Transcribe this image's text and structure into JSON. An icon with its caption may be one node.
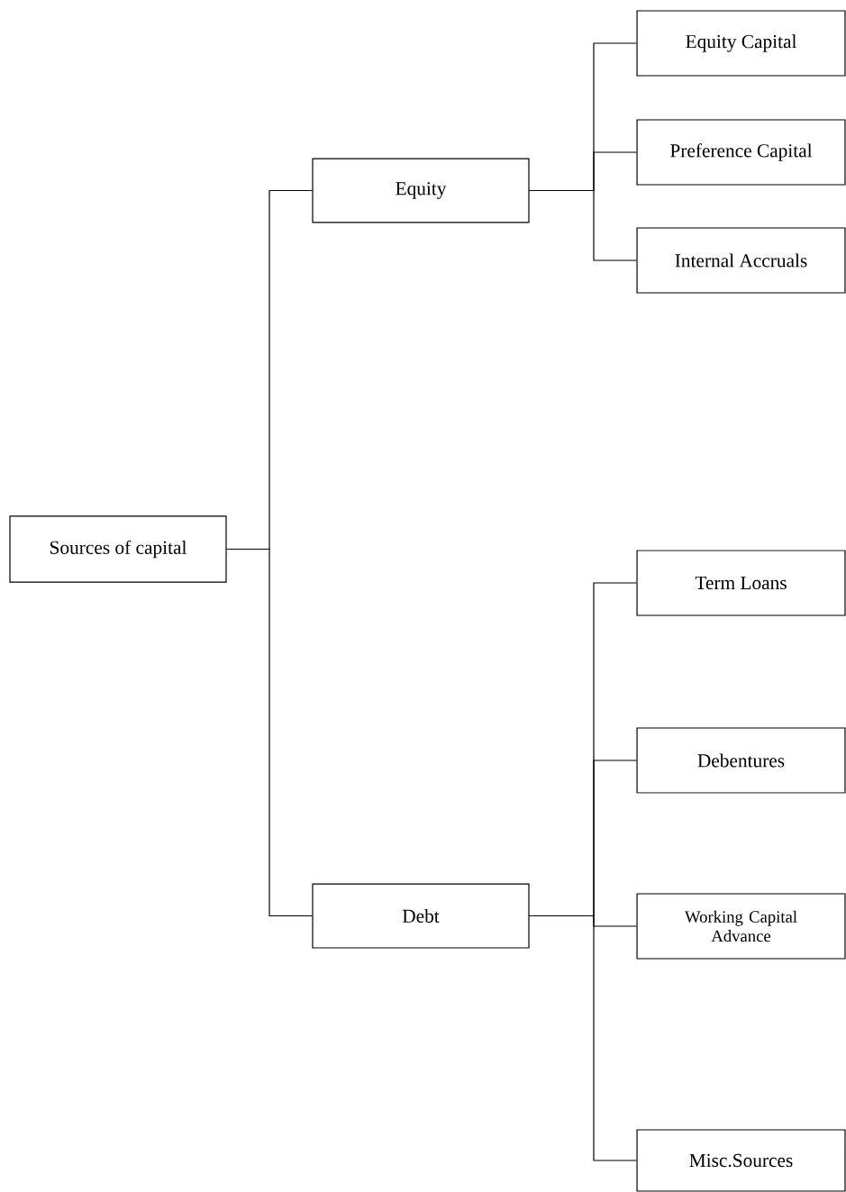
{
  "diagram": {
    "nodes": [
      {
        "text": [
          "Sources of capital"
        ]
      },
      {
        "text": [
          "Equity"
        ]
      },
      {
        "text": [
          "Debt"
        ]
      },
      {
        "text": [
          "Equity Capital"
        ]
      },
      {
        "text": [
          "Preference Capital"
        ]
      },
      {
        "text": [
          "Internal Accruals"
        ]
      },
      {
        "text": [
          "Term Loans"
        ]
      },
      {
        "text": [
          "Debentures"
        ]
      },
      {
        "text": [
          "Working Capital Advance"
        ]
      },
      {
        "text": [
          "Misc.Sources"
        ]
      }
    ],
    "edges": [
      {
        "from": 0,
        "to": 1,
        "arrow": "none"
      },
      {
        "from": 0,
        "to": 2,
        "arrow": "none"
      },
      {
        "from": 1,
        "to": 3,
        "arrow": "none"
      },
      {
        "from": 1,
        "to": 4,
        "arrow": "none"
      },
      {
        "from": 1,
        "to": 5,
        "arrow": "none"
      },
      {
        "from": 2,
        "to": 6,
        "arrow": "none"
      },
      {
        "from": 2,
        "to": 7,
        "arrow": "none"
      },
      {
        "from": 2,
        "to": 8,
        "arrow": "none"
      },
      {
        "from": 2,
        "to": 9,
        "arrow": "none"
      }
    ]
  }
}
